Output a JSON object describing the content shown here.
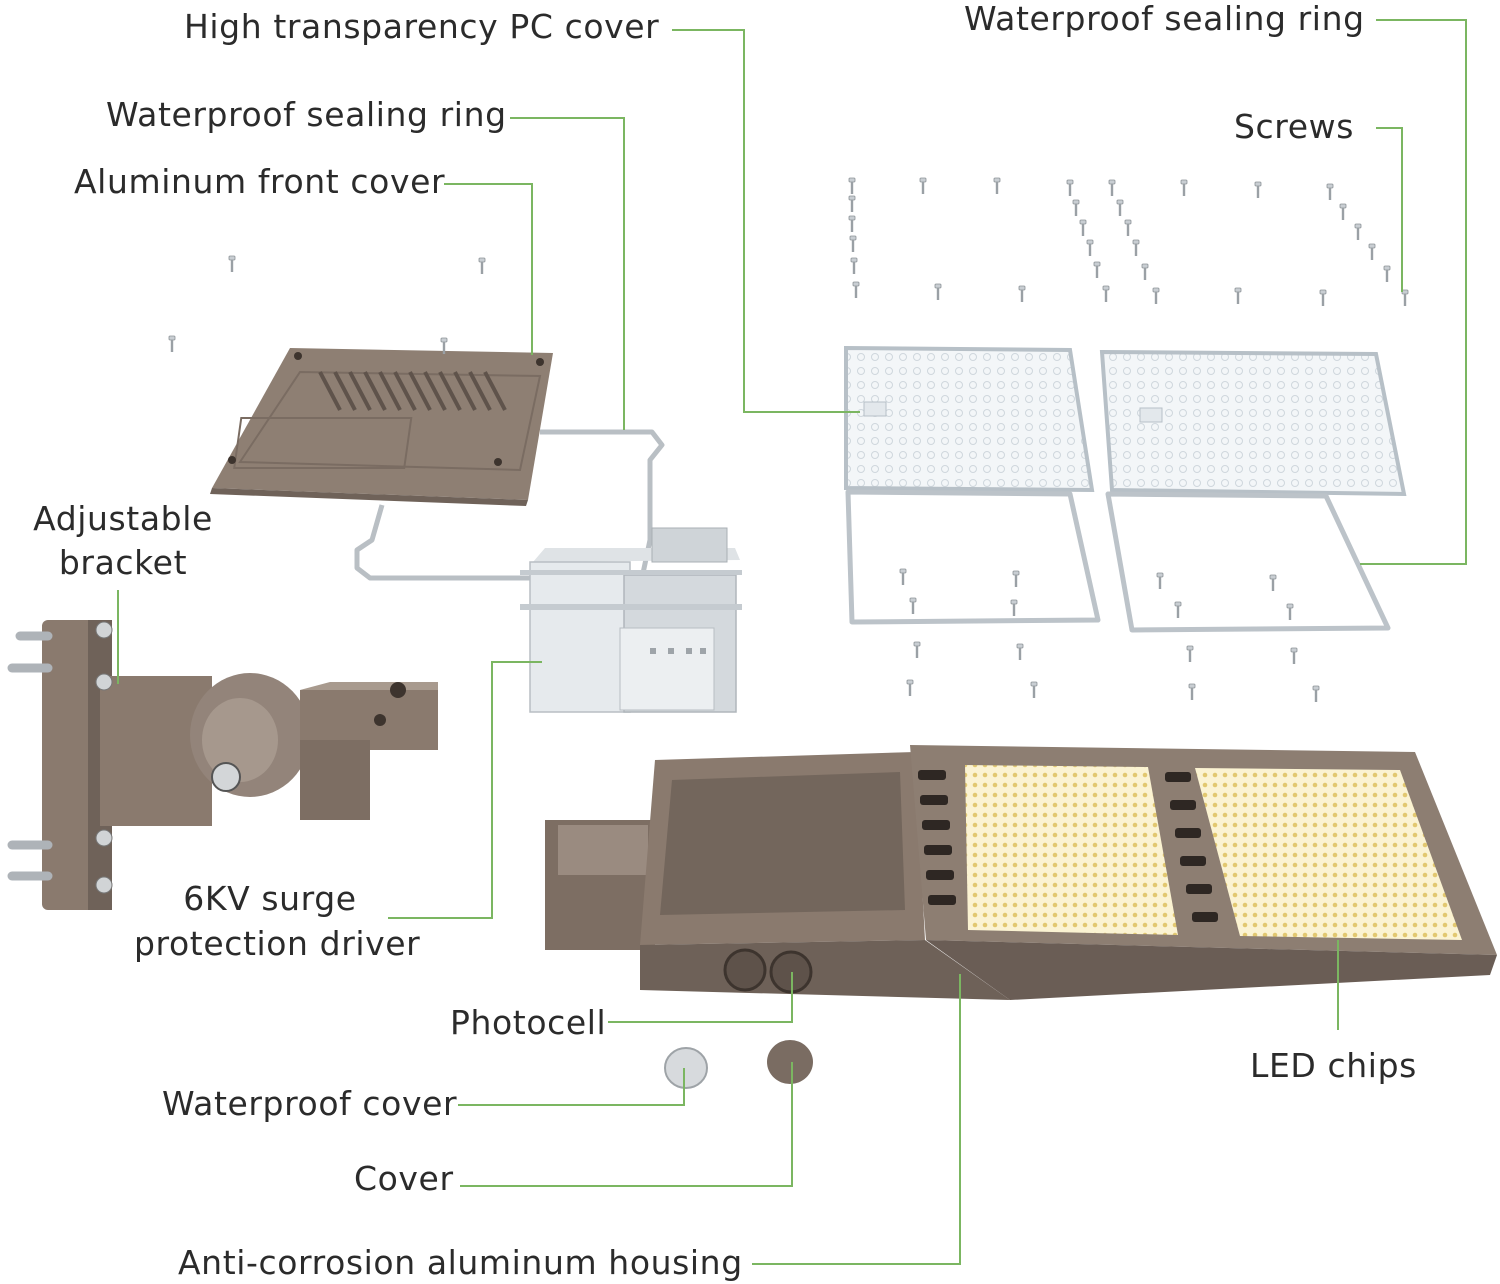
{
  "colors": {
    "leader": "#7bb661",
    "bronze": "#8a7a6e",
    "bronze_dark": "#6e6158",
    "bronze_light": "#a89a8e",
    "led": "#f6e7a7",
    "clear_plastic": "#dfe4e8"
  },
  "labels": {
    "pc_cover": "High transparency PC cover",
    "sealing_ring_left": "Waterproof sealing ring",
    "front_cover": "Aluminum front cover",
    "bracket_line1": "Adjustable",
    "bracket_line2": "bracket",
    "driver_line1": "6KV surge",
    "driver_line2": "protection driver",
    "sealing_ring_right": "Waterproof sealing ring",
    "screws": "Screws",
    "photocell": "Photocell",
    "waterproof_cover": "Waterproof cover",
    "cover": "Cover",
    "housing": "Anti-corrosion aluminum housing",
    "led_chips": "LED chips"
  }
}
